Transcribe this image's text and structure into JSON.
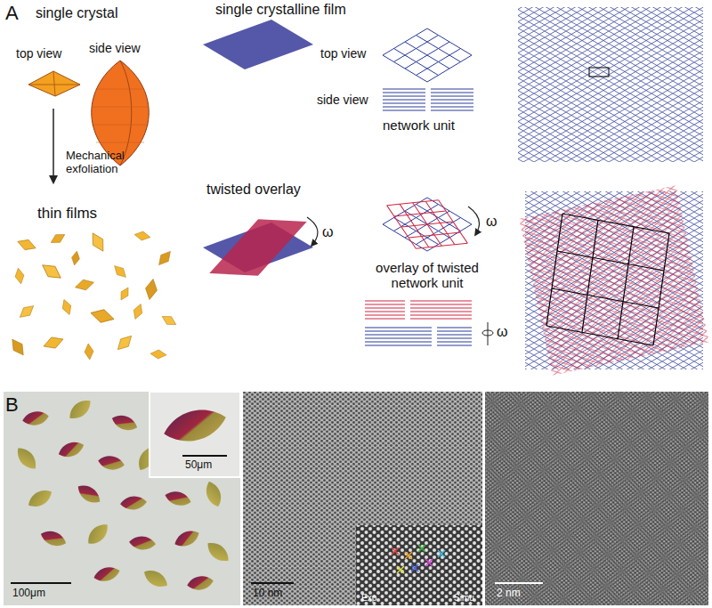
{
  "diagram": {
    "labels": [
      "A",
      "single crystal",
      "top view",
      "side view",
      "single crystalline film",
      "top view",
      "side view",
      "network unit",
      "Mechanical exfoliation",
      "thin films",
      "twisted overlay",
      "ω",
      "ω",
      "overlay of twisted network unit",
      "ω",
      "B",
      "50μm",
      "100μm",
      "10 nm",
      "Exp",
      "Simu",
      "2 nm"
    ]
  }
}
